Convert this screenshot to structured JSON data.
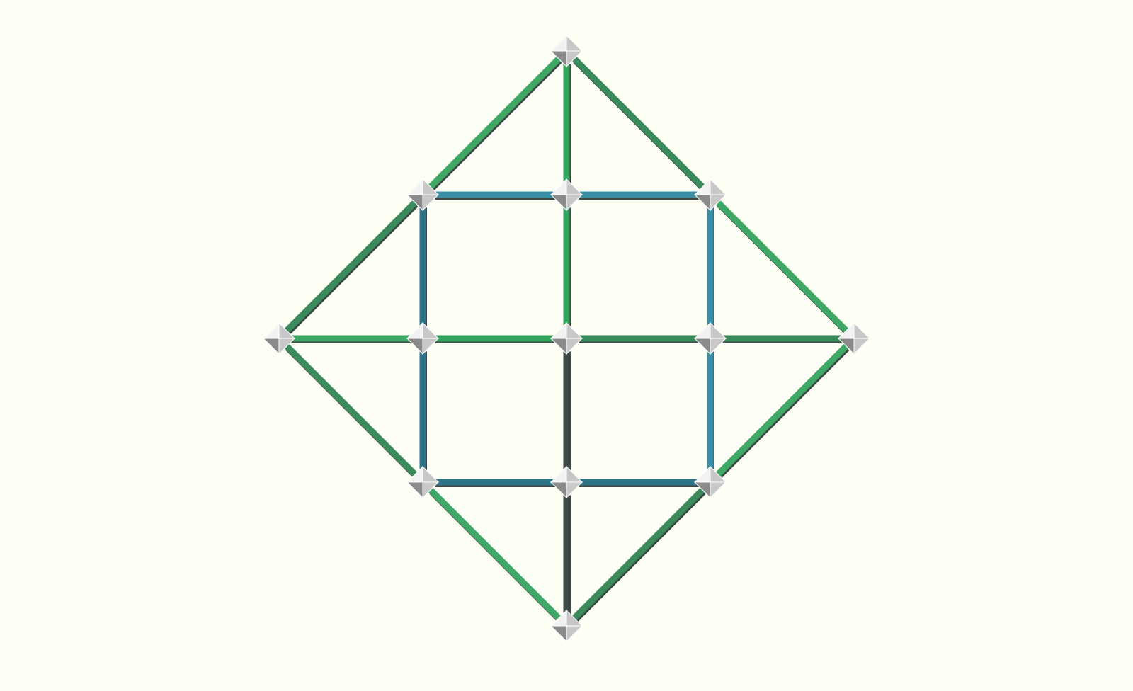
{
  "palette": {
    "background": "#fdfff4",
    "outer_green": "#3fa866",
    "outer_green_dark": "#3a8a5c",
    "center_green": "#35a45e",
    "inner_blue": "#3a8fa6",
    "inner_blue_dark": "#2f7389",
    "edge_dark": "#3e4a46",
    "node_light": "#f2f2f2",
    "node_mid": "#c8c8c8",
    "node_dark": "#8a8a8a"
  },
  "board": {
    "kind": "Nine-node square and outer diamond line puzzle",
    "nodes": [
      {
        "id": "top"
      },
      {
        "id": "inner-top-left"
      },
      {
        "id": "inner-top-mid"
      },
      {
        "id": "inner-top-right"
      },
      {
        "id": "left"
      },
      {
        "id": "inner-mid-left"
      },
      {
        "id": "center"
      },
      {
        "id": "inner-mid-right"
      },
      {
        "id": "right"
      },
      {
        "id": "inner-bottom-left"
      },
      {
        "id": "inner-bottom-mid"
      },
      {
        "id": "inner-bottom-right"
      },
      {
        "id": "bottom"
      }
    ],
    "edges": [
      {
        "from": "top",
        "to": "inner-top-left",
        "color": "outer_green"
      },
      {
        "from": "top",
        "to": "inner-top-right",
        "color": "outer_green_dark"
      },
      {
        "from": "top",
        "to": "inner-top-mid",
        "color": "center_green"
      },
      {
        "from": "inner-top-left",
        "to": "left",
        "color": "outer_green_dark"
      },
      {
        "from": "inner-top-right",
        "to": "right",
        "color": "outer_green"
      },
      {
        "from": "left",
        "to": "inner-bottom-left",
        "color": "outer_green_dark"
      },
      {
        "from": "right",
        "to": "inner-bottom-right",
        "color": "outer_green"
      },
      {
        "from": "inner-bottom-left",
        "to": "bottom",
        "color": "outer_green"
      },
      {
        "from": "inner-bottom-right",
        "to": "bottom",
        "color": "outer_green_dark"
      },
      {
        "from": "inner-top-left",
        "to": "inner-top-mid",
        "color": "inner_blue"
      },
      {
        "from": "inner-top-mid",
        "to": "inner-top-right",
        "color": "inner_blue"
      },
      {
        "from": "inner-top-left",
        "to": "inner-mid-left",
        "color": "inner_blue_dark"
      },
      {
        "from": "inner-top-right",
        "to": "inner-mid-right",
        "color": "inner_blue"
      },
      {
        "from": "inner-mid-left",
        "to": "inner-bottom-left",
        "color": "inner_blue_dark"
      },
      {
        "from": "inner-mid-right",
        "to": "inner-bottom-right",
        "color": "inner_blue"
      },
      {
        "from": "inner-bottom-left",
        "to": "inner-bottom-mid",
        "color": "inner_blue_dark"
      },
      {
        "from": "inner-bottom-mid",
        "to": "inner-bottom-right",
        "color": "inner_blue_dark"
      },
      {
        "from": "left",
        "to": "inner-mid-left",
        "color": "outer_green"
      },
      {
        "from": "inner-mid-left",
        "to": "center",
        "color": "center_green"
      },
      {
        "from": "center",
        "to": "inner-mid-right",
        "color": "outer_green_dark"
      },
      {
        "from": "inner-mid-right",
        "to": "right",
        "color": "outer_green_dark"
      },
      {
        "from": "inner-top-mid",
        "to": "center",
        "color": "center_green"
      },
      {
        "from": "center",
        "to": "inner-bottom-mid",
        "color": "edge_dark"
      },
      {
        "from": "inner-bottom-mid",
        "to": "bottom",
        "color": "edge_dark"
      }
    ]
  }
}
